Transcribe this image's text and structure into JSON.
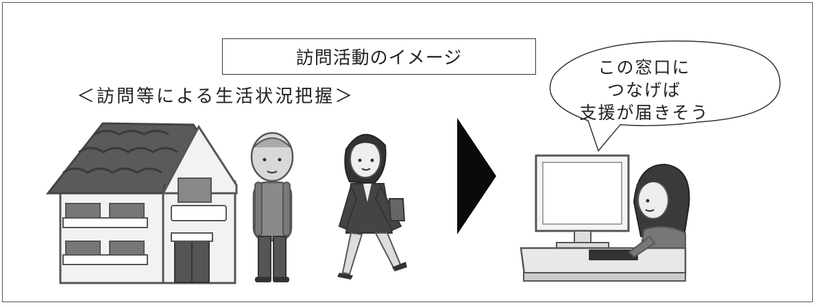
{
  "title": "訪問活動のイメージ",
  "subtitle": "＜訪問等による生活状況把握＞",
  "speech_bubble": {
    "lines": [
      "この窓口に",
      "つなげば",
      "支援が届きそう"
    ]
  },
  "icons": [
    "house-illustration",
    "elderly-man-illustration",
    "visiting-woman-illustration",
    "arrow-right-icon",
    "computer-monitor-illustration",
    "office-worker-illustration",
    "speech-bubble"
  ]
}
